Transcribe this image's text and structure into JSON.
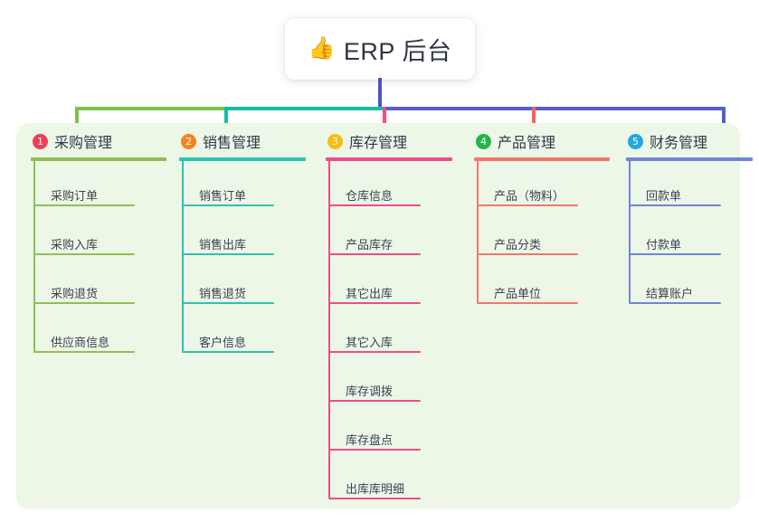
{
  "root": {
    "icon": "thumbs-up-icon",
    "icon_glyph": "👍",
    "title": "ERP 后台"
  },
  "canvas": {
    "background": "#ffffff",
    "panel_background": "#edf7e7"
  },
  "connector_colors": {
    "trunk": "#4a54c4",
    "segment_left_green": "#7cc14a",
    "segment_mid_teal": "#14bfa6",
    "segment_right_blue": "#5560c8",
    "drop_col1": "#7cc14a",
    "drop_col2": "#14bfa6",
    "drop_col3": "#ef4c8b",
    "drop_col4": "#f4645c",
    "drop_col5": "#5560c8"
  },
  "columns": [
    {
      "index": "1",
      "badge_color": "#ef3e56",
      "line_color": "#8cc152",
      "title": "采购管理",
      "items": [
        "采购订单",
        "采购入库",
        "采购退货",
        "供应商信息"
      ]
    },
    {
      "index": "2",
      "badge_color": "#f58220",
      "line_color": "#2cc3b0",
      "title": "销售管理",
      "items": [
        "销售订单",
        "销售出库",
        "销售退货",
        "客户信息"
      ]
    },
    {
      "index": "3",
      "badge_color": "#f9bc14",
      "line_color": "#ef4c8b",
      "title": "库存管理",
      "items": [
        "仓库信息",
        "产品库存",
        "其它出库",
        "其它入库",
        "库存调拨",
        "库存盘点",
        "出库库明细"
      ]
    },
    {
      "index": "4",
      "badge_color": "#27b34b",
      "line_color": "#f4766c",
      "title": "产品管理",
      "items": [
        "产品（物料）",
        "产品分类",
        "产品单位"
      ]
    },
    {
      "index": "5",
      "badge_color": "#23a7e0",
      "line_color": "#6f86d6",
      "title": "财务管理",
      "items": [
        "回款单",
        "付款单",
        "结算账户"
      ]
    }
  ]
}
